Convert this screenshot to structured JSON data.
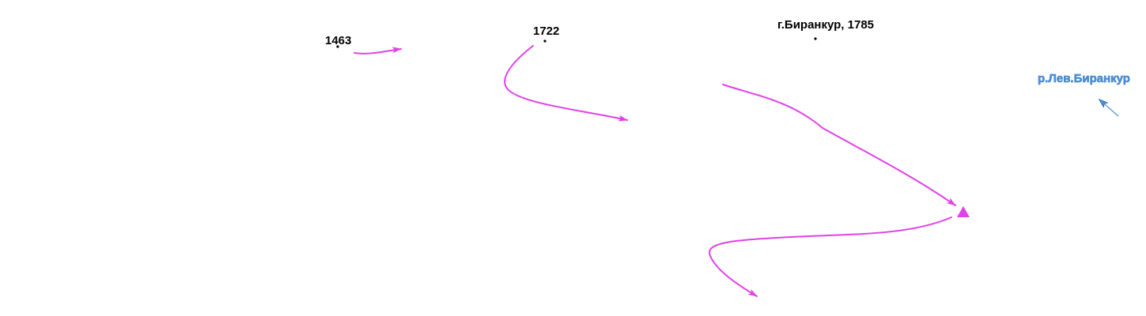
{
  "map": {
    "labels": {
      "point_1463": "1463",
      "point_1722": "1722",
      "biriankur_city": "г.Биранкур, 1785",
      "river": "р.Лев.Биранкур"
    },
    "colors": {
      "route": "#e040e8",
      "label": "#000000",
      "river": "#4a90d9",
      "river_outline": "#1f5f9f"
    },
    "markers": {
      "destination": "triangle-marker"
    }
  }
}
